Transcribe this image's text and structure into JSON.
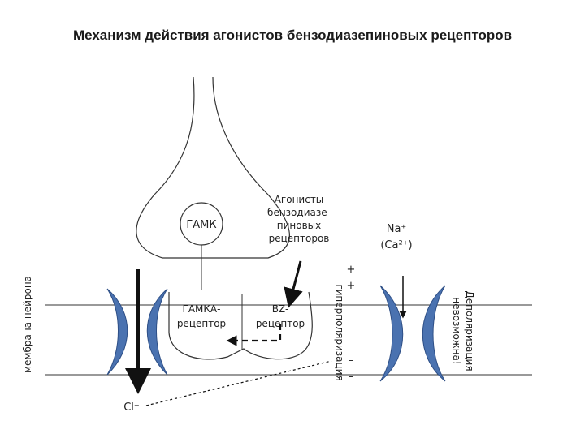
{
  "title": "Механизм действия агонистов бензодиазепиновых рецепторов",
  "labels": {
    "gaba": "ГАМК",
    "gabaa_receptor_line1": "ГАМКА-",
    "gabaa_receptor_line2": "рецептор",
    "bz_receptor_line1": "BZ-",
    "bz_receptor_line2": "рецептор",
    "agonists_line1": "Агонисты",
    "agonists_line2": "бензодиазе-",
    "agonists_line3": "пиновых",
    "agonists_line4": "рецепторов",
    "sodium_line1": "Na⁺",
    "sodium_line2": "(Ca²⁺)",
    "chloride": "Cl⁻",
    "membrane": "мембрана нейрона",
    "hyperpolarization": "гиперполяризация",
    "depolarization_line1": "Деполяризация",
    "depolarization_line2": "невозможна!",
    "plus_signs": [
      "+",
      "+"
    ],
    "minus_signs": [
      "–",
      "–"
    ]
  },
  "colors": {
    "channel_fill": "#4a72b0",
    "channel_stroke": "#2e4f86",
    "line": "#222222"
  }
}
